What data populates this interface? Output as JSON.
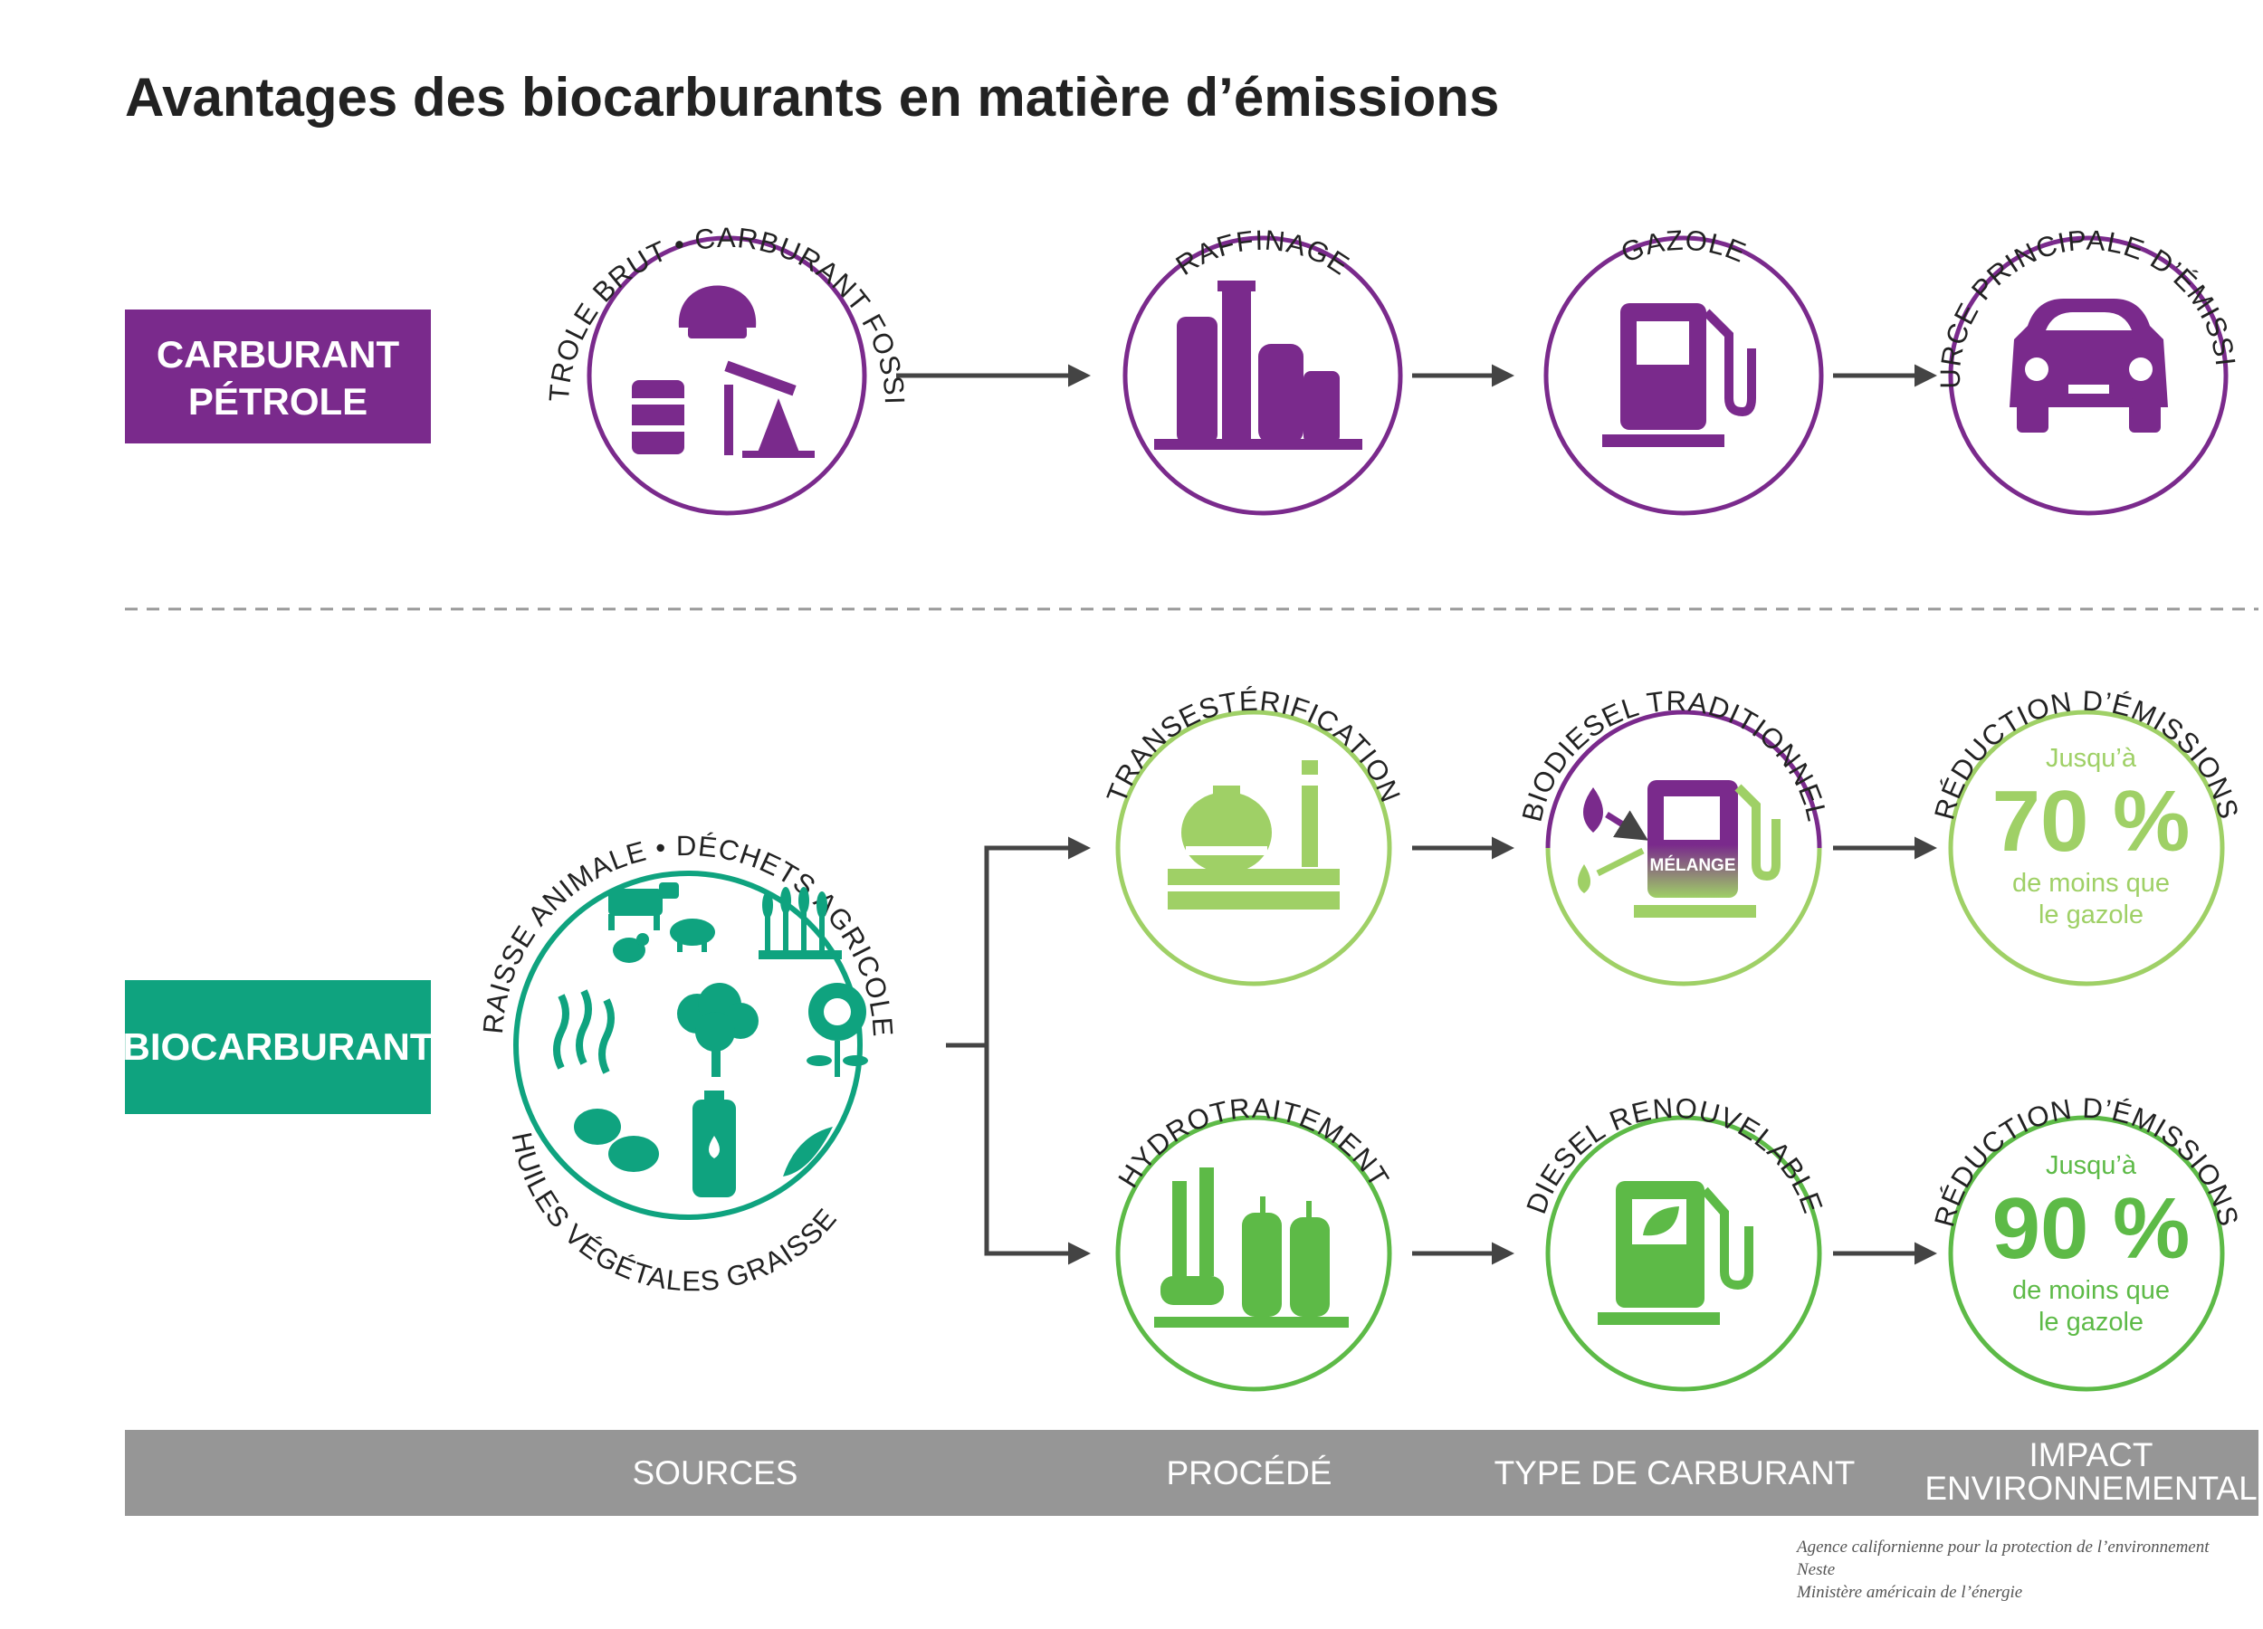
{
  "title": "Avantages des biocarburants en matière d’émissions",
  "rows": {
    "petrol_label_1": "CARBURANT",
    "petrol_label_2": "PÉTROLE",
    "bio_label": "BIOCARBURANT"
  },
  "petrol": {
    "source_caption": "PÉTROLE BRUT • CARBURANT FOSSILE",
    "process": "RAFFINAGE",
    "fuel": "GAZOLE",
    "impact": "SOURCE PRINCIPALE D’ÉMISSIONS"
  },
  "bio": {
    "source_caption_top": "GRAISSE ANIMALE • DÉCHETS AGRICOLES",
    "source_caption_bottom": "HUILES VÉGÉTALES GRAISSE",
    "path1": {
      "process": "TRANSESTÉRIFICATION",
      "fuel": "BIODIESEL TRADITIONNEL",
      "blend_label": "MÉLANGE",
      "impact": "RÉDUCTION D’ÉMISSIONS",
      "prefix": "Jusqu’à",
      "value": "70 %",
      "suffix_1": "de moins que",
      "suffix_2": "le gazole"
    },
    "path2": {
      "process": "HYDROTRAITEMENT",
      "fuel": "DIESEL RENOUVELABLE",
      "impact": "RÉDUCTION D’ÉMISSIONS",
      "prefix": "Jusqu’à",
      "value": "90 %",
      "suffix_1": "de moins que",
      "suffix_2": "le gazole"
    }
  },
  "bottom_bar": {
    "sources": "SOURCES",
    "process": "PROCÉDÉ",
    "fuel_type": "TYPE DE CARBURANT",
    "impact_1": "IMPACT",
    "impact_2": "ENVIRONNEMENTAL"
  },
  "sources_credit": [
    "Agence californienne pour la protection de l’environnement",
    "Neste",
    "Ministère américain de l’énergie"
  ],
  "colors": {
    "purple": "#7a2a8c",
    "teal": "#0fa37f",
    "light_green": "#9fd066",
    "mid_green": "#5dba47",
    "bar_gray": "#969696",
    "arrow": "#444444"
  }
}
